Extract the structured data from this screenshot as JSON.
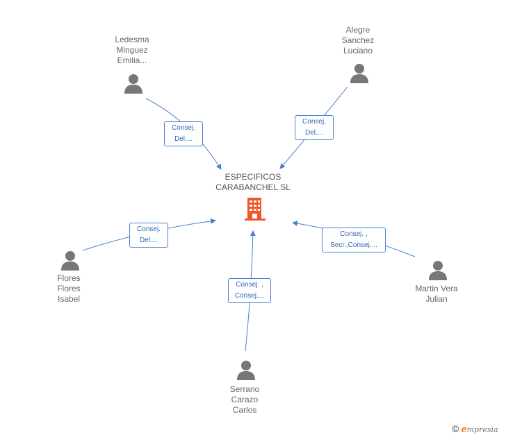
{
  "company": {
    "name_lines": [
      "ESPECIFICOS",
      "CARABANCHEL SL"
    ],
    "icon": "building-icon",
    "icon_color": "#f0582b"
  },
  "people": [
    {
      "id": "ledesma",
      "name_lines": [
        "Ledesma",
        "Minguez",
        "Emilia..."
      ],
      "role_lines": [
        "Consej.",
        "Del...."
      ]
    },
    {
      "id": "alegre",
      "name_lines": [
        "Alegre",
        "Sanchez",
        "Luciano"
      ],
      "role_lines": [
        "Consej.",
        "Del...."
      ]
    },
    {
      "id": "flores",
      "name_lines": [
        "Flores",
        "Flores",
        "Isabel"
      ],
      "role_lines": [
        "Consej.",
        "Del...."
      ]
    },
    {
      "id": "serrano",
      "name_lines": [
        "Serrano",
        "Carazo",
        "Carlos"
      ],
      "role_lines": [
        "Consej. ,",
        "Consej...."
      ]
    },
    {
      "id": "martin",
      "name_lines": [
        "Martin Vera",
        "Julian"
      ],
      "role_lines": [
        "Consej. ,",
        "Secr.,Consej...."
      ]
    }
  ],
  "colors": {
    "edge": "#4a7fd0",
    "person_icon": "#777777",
    "text": "#666666"
  },
  "footer": {
    "copyright_symbol": "©",
    "brand_initial": "e",
    "brand_rest": "mpresia"
  }
}
